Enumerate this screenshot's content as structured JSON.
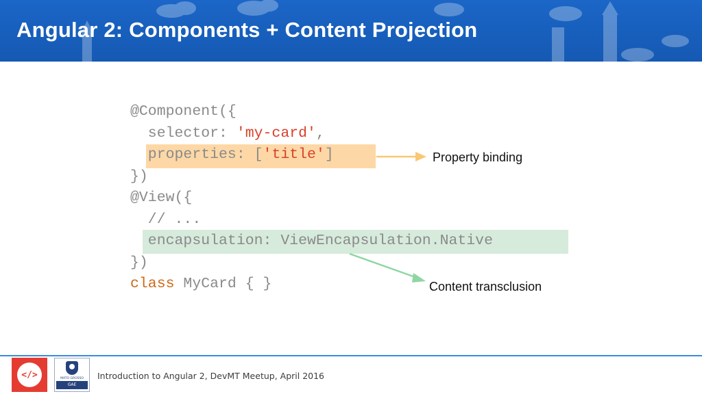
{
  "header": {
    "title": "Angular 2: Components + Content Projection"
  },
  "code": {
    "lines": [
      {
        "parts": [
          "@Component({"
        ]
      },
      {
        "parts": [
          "  selector: ",
          "'my-card'",
          ","
        ]
      },
      {
        "parts": [
          "  properties: [",
          "'title'",
          "]"
        ]
      },
      {
        "parts": [
          "})"
        ]
      },
      {
        "parts": [
          "@View({"
        ]
      },
      {
        "parts": [
          "  // ..."
        ]
      },
      {
        "parts": [
          "  encapsulation: ViewEncapsulation.Native"
        ]
      },
      {
        "parts": [
          "})"
        ]
      },
      {
        "parts": [
          "class",
          " MyCard { }"
        ]
      }
    ]
  },
  "annotations": {
    "property_binding": "Property binding",
    "content_transclusion": "Content transclusion"
  },
  "footer": {
    "text": "Introduction to Angular 2, DevMT Meetup, April 2016",
    "logo_code_glyph": "</>",
    "logo_gae_band": "GAE",
    "logo_gae_caption": "MATO GROSSO"
  },
  "colors": {
    "header_blue": "#1b66c7",
    "string_red": "#d9412b",
    "keyword_orange": "#cc6a1a",
    "highlight_orange": "#fdd8a6",
    "highlight_green": "#d7ebdc",
    "arrow_orange": "#f9c871",
    "arrow_green": "#8fd6a3",
    "footer_rule": "#3a8be0"
  },
  "icons": {
    "logo_code": "code-brackets-icon",
    "logo_gae": "gae-crest-icon"
  }
}
